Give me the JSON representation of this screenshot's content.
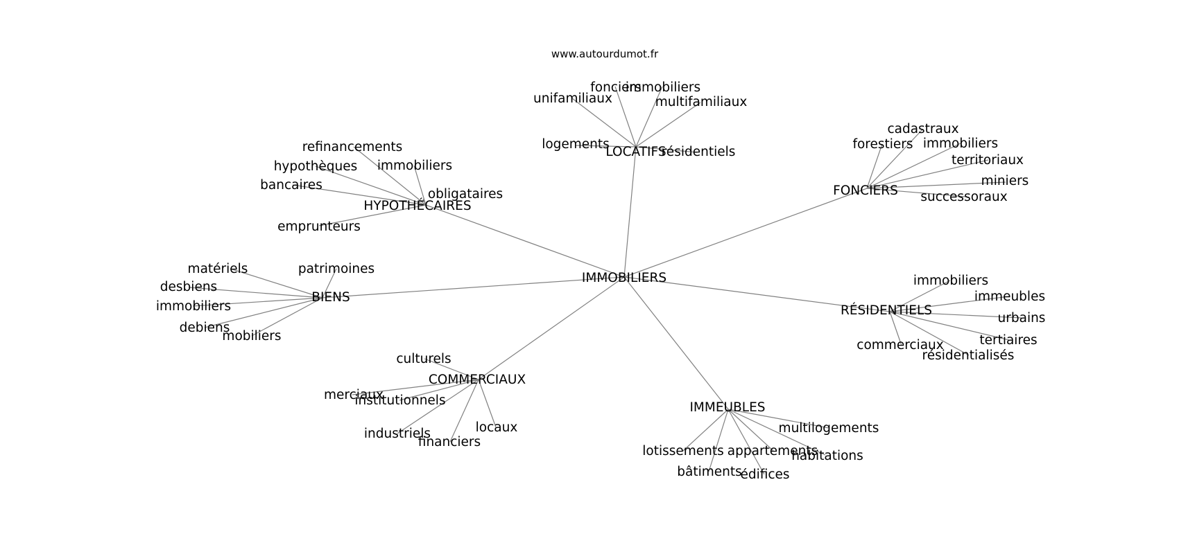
{
  "source": "www.autourdumot.fr",
  "colors": {
    "edge": "#808080",
    "text": "#000000",
    "background": "#ffffff"
  },
  "graph": {
    "center": "IMMOBILIERS",
    "clusters": [
      {
        "label": "LOCATIFS",
        "leaves": [
          "fonciers",
          "immobiliers",
          "unifamiliaux",
          "multifamiliaux",
          "logements",
          "résidentiels"
        ]
      },
      {
        "label": "HYPOTHÉCAIRES",
        "leaves": [
          "refinancements",
          "hypothèques",
          "immobiliers",
          "bancaires",
          "obligataires",
          "emprunteurs"
        ]
      },
      {
        "label": "FONCIERS",
        "leaves": [
          "cadastraux",
          "forestiers",
          "immobiliers",
          "territoriaux",
          "miniers",
          "successoraux"
        ]
      },
      {
        "label": "BIENS",
        "leaves": [
          "matériels",
          "patrimoines",
          "desbiens",
          "immobiliers",
          "debiens",
          "mobiliers"
        ]
      },
      {
        "label": "RÉSIDENTIELS",
        "leaves": [
          "immobiliers",
          "immeubles",
          "urbains",
          "tertiaires",
          "commerciaux",
          "résidentialisés"
        ]
      },
      {
        "label": "COMMERCIAUX",
        "leaves": [
          "culturels",
          "merciaux",
          "institutionnels",
          "industriels",
          "locaux",
          "financiers"
        ]
      },
      {
        "label": "IMMEUBLES",
        "leaves": [
          "multilogements",
          "lotissements",
          "appartements",
          "habitations",
          "bâtiments",
          "édifices"
        ]
      }
    ]
  }
}
